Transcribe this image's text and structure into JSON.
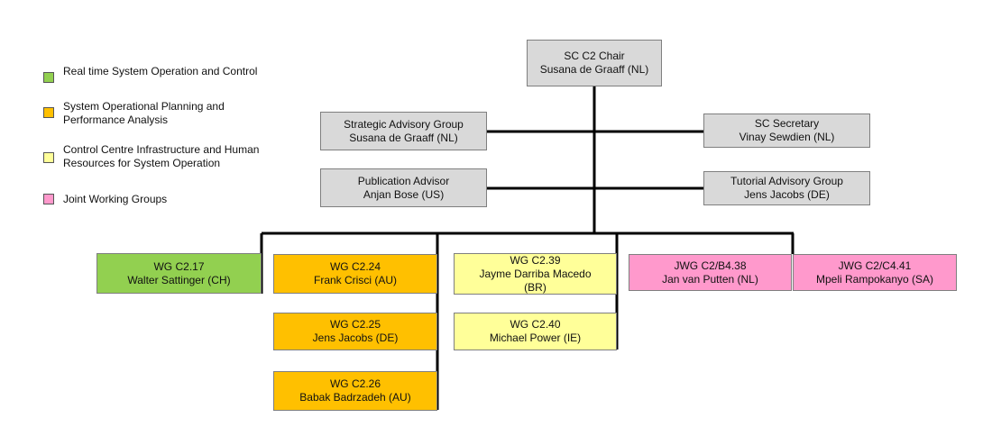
{
  "colors": {
    "real_time": "#92d050",
    "planning": "#ffc000",
    "infrastructure": "#ffff99",
    "joint": "#ff99cc",
    "admin": "#d9d9d9",
    "line": "#000000"
  },
  "legend": [
    {
      "label": "Real time System Operation and Control",
      "color": "#92d050"
    },
    {
      "label": "System Operational Planning and Performance Analysis",
      "color": "#ffc000"
    },
    {
      "label": "Control Centre Infrastructure and Human Resources for System Operation",
      "color": "#ffff99"
    },
    {
      "label": "Joint Working Groups",
      "color": "#ff99cc"
    }
  ],
  "chair": {
    "title": "SC C2 Chair",
    "name": "Susana de Graaff (NL)"
  },
  "strategic": {
    "title": "Strategic Advisory Group",
    "name": "Susana de Graaff (NL)"
  },
  "secretary": {
    "title": "SC Secretary",
    "name": "Vinay Sewdien (NL)"
  },
  "publication": {
    "title": "Publication Advisor",
    "name": "Anjan Bose (US)"
  },
  "tutorial": {
    "title": "Tutorial Advisory Group",
    "name": "Jens Jacobs (DE)"
  },
  "wg_c217": {
    "title": "WG C2.17",
    "name": "Walter Sattinger (CH)"
  },
  "wg_c224": {
    "title": "WG C2.24",
    "name": "Frank Crisci (AU)"
  },
  "wg_c225": {
    "title": "WG C2.25",
    "name": "Jens Jacobs (DE)"
  },
  "wg_c226": {
    "title": "WG C2.26",
    "name": "Babak Badrzadeh (AU)"
  },
  "wg_c239": {
    "title": "WG C2.39",
    "name": "Jayme Darriba Macedo",
    "name2": "(BR)"
  },
  "wg_c240": {
    "title": "WG C2.40",
    "name": "Michael Power (IE)"
  },
  "jwg_b438": {
    "title": "JWG C2/B4.38",
    "name": "Jan van Putten (NL)"
  },
  "jwg_c441": {
    "title": "JWG C2/C4.41",
    "name": "Mpeli Rampokanyo (SA)"
  }
}
